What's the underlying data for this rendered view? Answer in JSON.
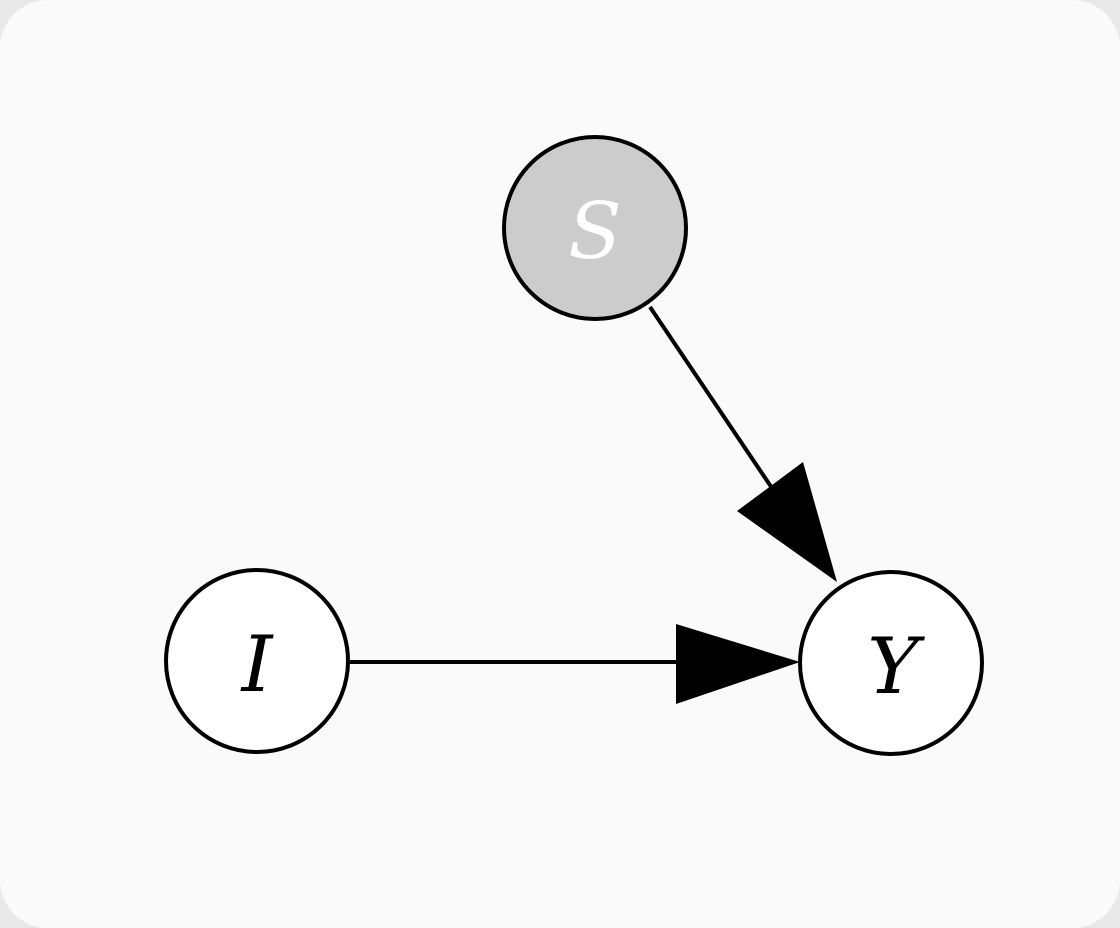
{
  "nodes": [
    {
      "id": "S",
      "label": "S",
      "observed": true,
      "fill": "#cccccc",
      "text_color": "#ffffff"
    },
    {
      "id": "I",
      "label": "I",
      "observed": false,
      "fill": "#ffffff",
      "text_color": "#000000"
    },
    {
      "id": "Y",
      "label": "Y",
      "observed": false,
      "fill": "#ffffff",
      "text_color": "#000000"
    }
  ],
  "edges": [
    {
      "from": "S",
      "to": "Y"
    },
    {
      "from": "I",
      "to": "Y"
    }
  ]
}
